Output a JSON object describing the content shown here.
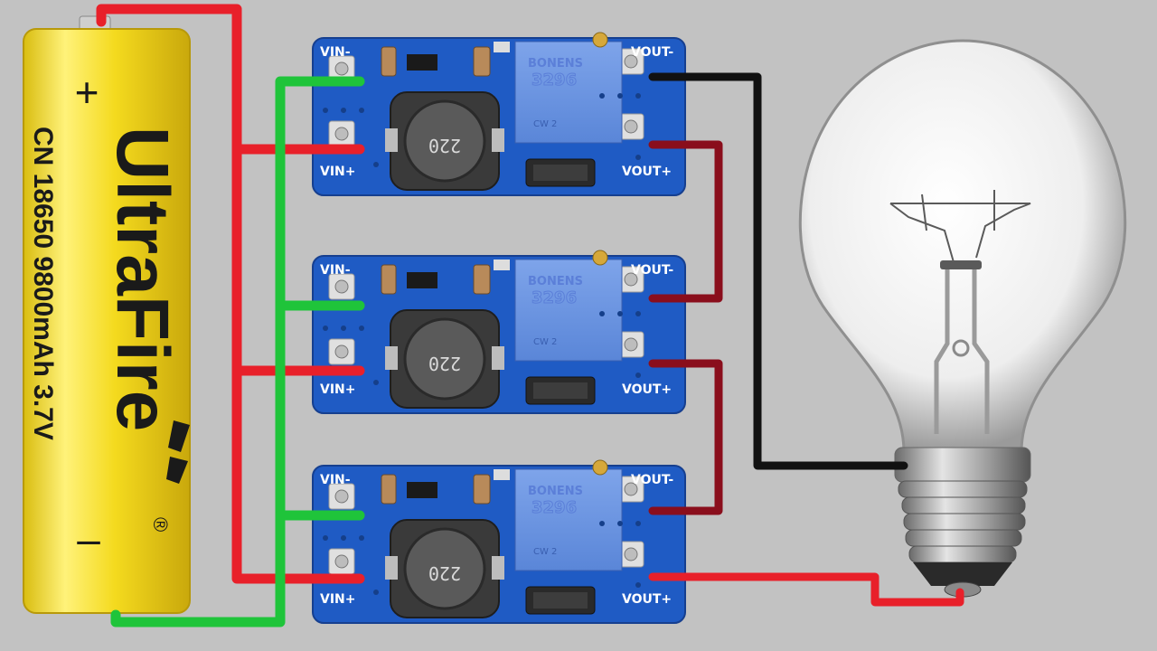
{
  "battery": {
    "brand": "UltraFire",
    "spec": "CN 18650 9800mAh 3.7V",
    "plus_symbol": "+",
    "minus_symbol": "–",
    "registered_symbol": "®"
  },
  "modules": [
    {
      "vin_minus": "VIN-",
      "vin_plus": "VIN+",
      "vout_minus": "VOUT-",
      "vout_plus": "VOUT+",
      "pot_brand": "BONENS",
      "pot_model": "3296",
      "pot_mark": "CW 2",
      "inductor_code": "220"
    },
    {
      "vin_minus": "VIN-",
      "vin_plus": "VIN+",
      "vout_minus": "VOUT-",
      "vout_plus": "VOUT+",
      "pot_brand": "BONENS",
      "pot_model": "3296",
      "pot_mark": "CW 2",
      "inductor_code": "220"
    },
    {
      "vin_minus": "VIN-",
      "vin_plus": "VIN+",
      "vout_minus": "VOUT-",
      "vout_plus": "VOUT+",
      "pot_brand": "BONENS",
      "pot_model": "3296",
      "pot_mark": "CW 2",
      "inductor_code": "220"
    }
  ],
  "colors": {
    "background": "#c2c2c2",
    "battery_body": "#f2d81c",
    "pcb": "#1f5bc4",
    "wire_positive_input": "#e8202a",
    "wire_negative_input": "#1fc43a",
    "wire_series_link": "#8a0e1c",
    "wire_output_negative": "#111111",
    "wire_output_positive": "#e8202a"
  },
  "icons": {
    "load": "light-bulb-icon",
    "source": "battery-18650-icon"
  }
}
